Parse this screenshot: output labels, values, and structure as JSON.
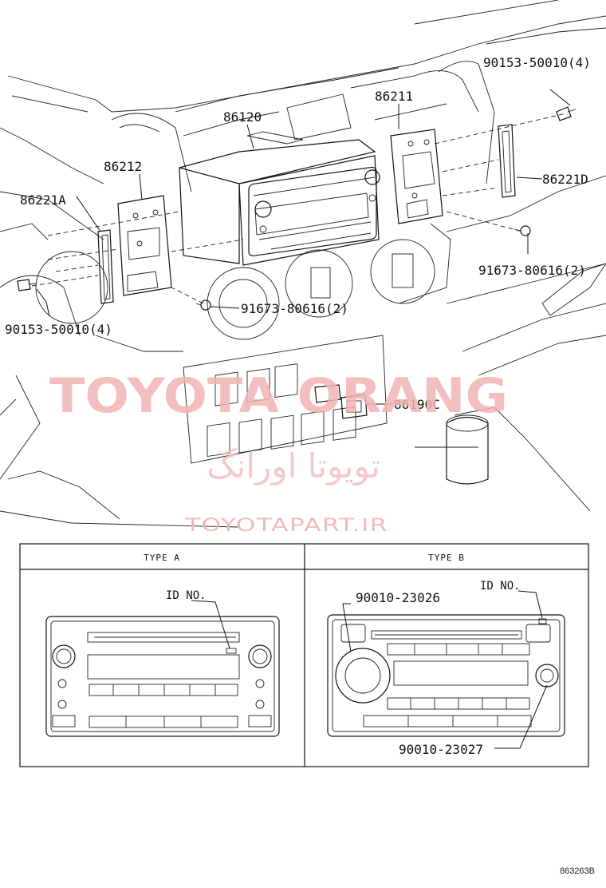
{
  "diagram": {
    "labels": {
      "part_86120": "86120",
      "part_86211": "86211",
      "part_86212": "86212",
      "part_86221A": "86221A",
      "part_86221D": "86221D",
      "part_86190C": "86190C",
      "bolt_top_right": "90153-50010(4)",
      "bolt_left": "90153-50010(4)",
      "screw_right": "91673-80616(2)",
      "screw_center": "91673-80616(2)"
    },
    "watermarks": {
      "main": "TOYOTA ORANG",
      "persian": "تویوتا اورانگ",
      "site": "TOYOTAPART.IR"
    },
    "types": {
      "type_a_header": "TYPE  A",
      "type_b_header": "TYPE  B",
      "type_a_id": "ID NO.",
      "type_b_id": "ID NO.",
      "type_b_top_part": "90010-23026",
      "type_b_bottom_part": "90010-23027"
    },
    "figure_id": "863263B"
  }
}
